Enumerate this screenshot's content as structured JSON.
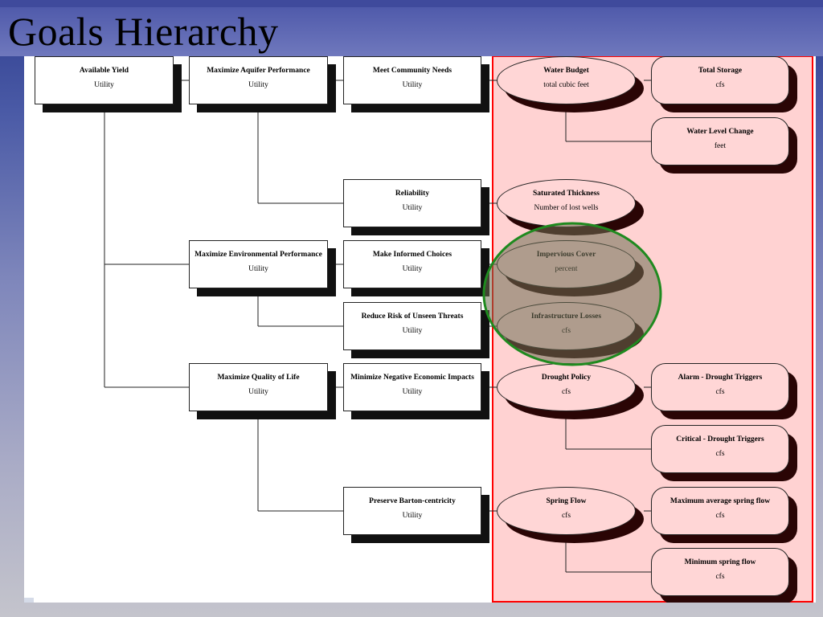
{
  "slide": {
    "title": "Goals Hierarchy"
  },
  "colors": {
    "highlight_fill": "#ffd6d6",
    "highlight_border": "#ff0000",
    "circle_stroke": "#1f8a1f",
    "circle_fill": "#7f7f6a"
  },
  "nodes": {
    "available_yield": {
      "label": "Available Yield",
      "sub": "Utility"
    },
    "max_aquifer": {
      "label": "Maximize Aquifer Performance",
      "sub": "Utility"
    },
    "max_env": {
      "label": "Maximize Environmental Performance",
      "sub": "Utility"
    },
    "max_qol": {
      "label": "Maximize Quality of Life",
      "sub": "Utility"
    },
    "community_needs": {
      "label": "Meet Community Needs",
      "sub": "Utility"
    },
    "reliability": {
      "label": "Reliability",
      "sub": "Utility"
    },
    "informed_choices": {
      "label": "Make Informed Choices",
      "sub": "Utility"
    },
    "unseen_threats": {
      "label": "Reduce Risk of  Unseen Threats",
      "sub": "Utility"
    },
    "econ_impacts": {
      "label": "Minimize Negative Economic Impacts",
      "sub": "Utility"
    },
    "barton": {
      "label": "Preserve Barton-centricity",
      "sub": "Utility"
    },
    "water_budget": {
      "label": "Water Budget",
      "sub": "total cubic feet"
    },
    "saturated_thickness": {
      "label": "Saturated Thickness",
      "sub": "Number of lost wells"
    },
    "impervious_cover": {
      "label": "Impervious Cover",
      "sub": "percent"
    },
    "infrastructure_losses": {
      "label": "Infrastructure Losses",
      "sub": "cfs"
    },
    "drought_policy": {
      "label": "Drought Policy",
      "sub": "cfs"
    },
    "spring_flow": {
      "label": "Spring Flow",
      "sub": "cfs"
    },
    "total_storage": {
      "label": "Total Storage",
      "sub": "cfs"
    },
    "water_level_change": {
      "label": "Water Level Change",
      "sub": "feet"
    },
    "alarm_triggers": {
      "label": "Alarm - Drought Triggers",
      "sub": "cfs"
    },
    "critical_triggers": {
      "label": "Critical - Drought Triggers",
      "sub": "cfs"
    },
    "max_spring_flow": {
      "label": "Maximum average spring flow",
      "sub": "cfs"
    },
    "min_spring_flow": {
      "label": "Minimum spring flow",
      "sub": "cfs"
    }
  }
}
